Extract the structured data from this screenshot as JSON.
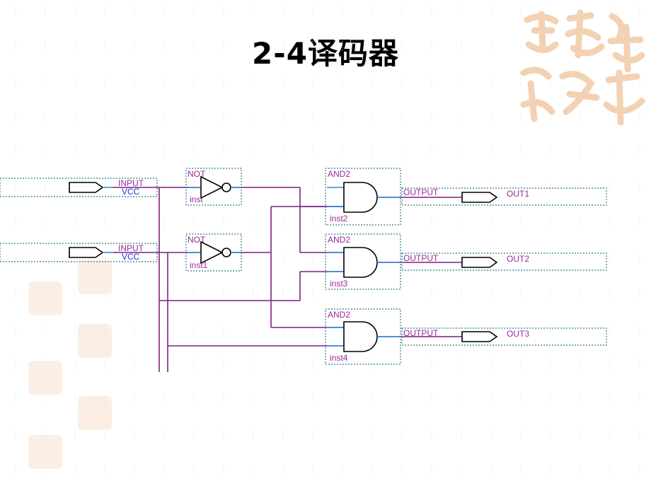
{
  "title": "2-4译码器",
  "inputs": [
    {
      "type": "INPUT",
      "value": "VCC"
    },
    {
      "type": "INPUT",
      "value": "VCC"
    }
  ],
  "not_gates": [
    {
      "type": "NOT",
      "instance": "inst"
    },
    {
      "type": "NOT",
      "instance": "inst1"
    }
  ],
  "and_gates": [
    {
      "type": "AND2",
      "instance": "inst2"
    },
    {
      "type": "AND2",
      "instance": "inst3"
    },
    {
      "type": "AND2",
      "instance": "inst4"
    }
  ],
  "outputs": [
    {
      "type": "OUTPUT",
      "name": "OUT1"
    },
    {
      "type": "OUTPUT",
      "name": "OUT2"
    },
    {
      "type": "OUTPUT",
      "name": "OUT3"
    }
  ],
  "colors": {
    "wire": "#7d1f86",
    "pin_stub": "#2e8ed6",
    "instance_box": "#2f7f7f",
    "watermark": "#f2c9a6",
    "label_purple": "#9a2a9a",
    "label_blue": "#2a33c8"
  },
  "decorations": {
    "dotted_grid": true,
    "watermark_seals": true
  }
}
